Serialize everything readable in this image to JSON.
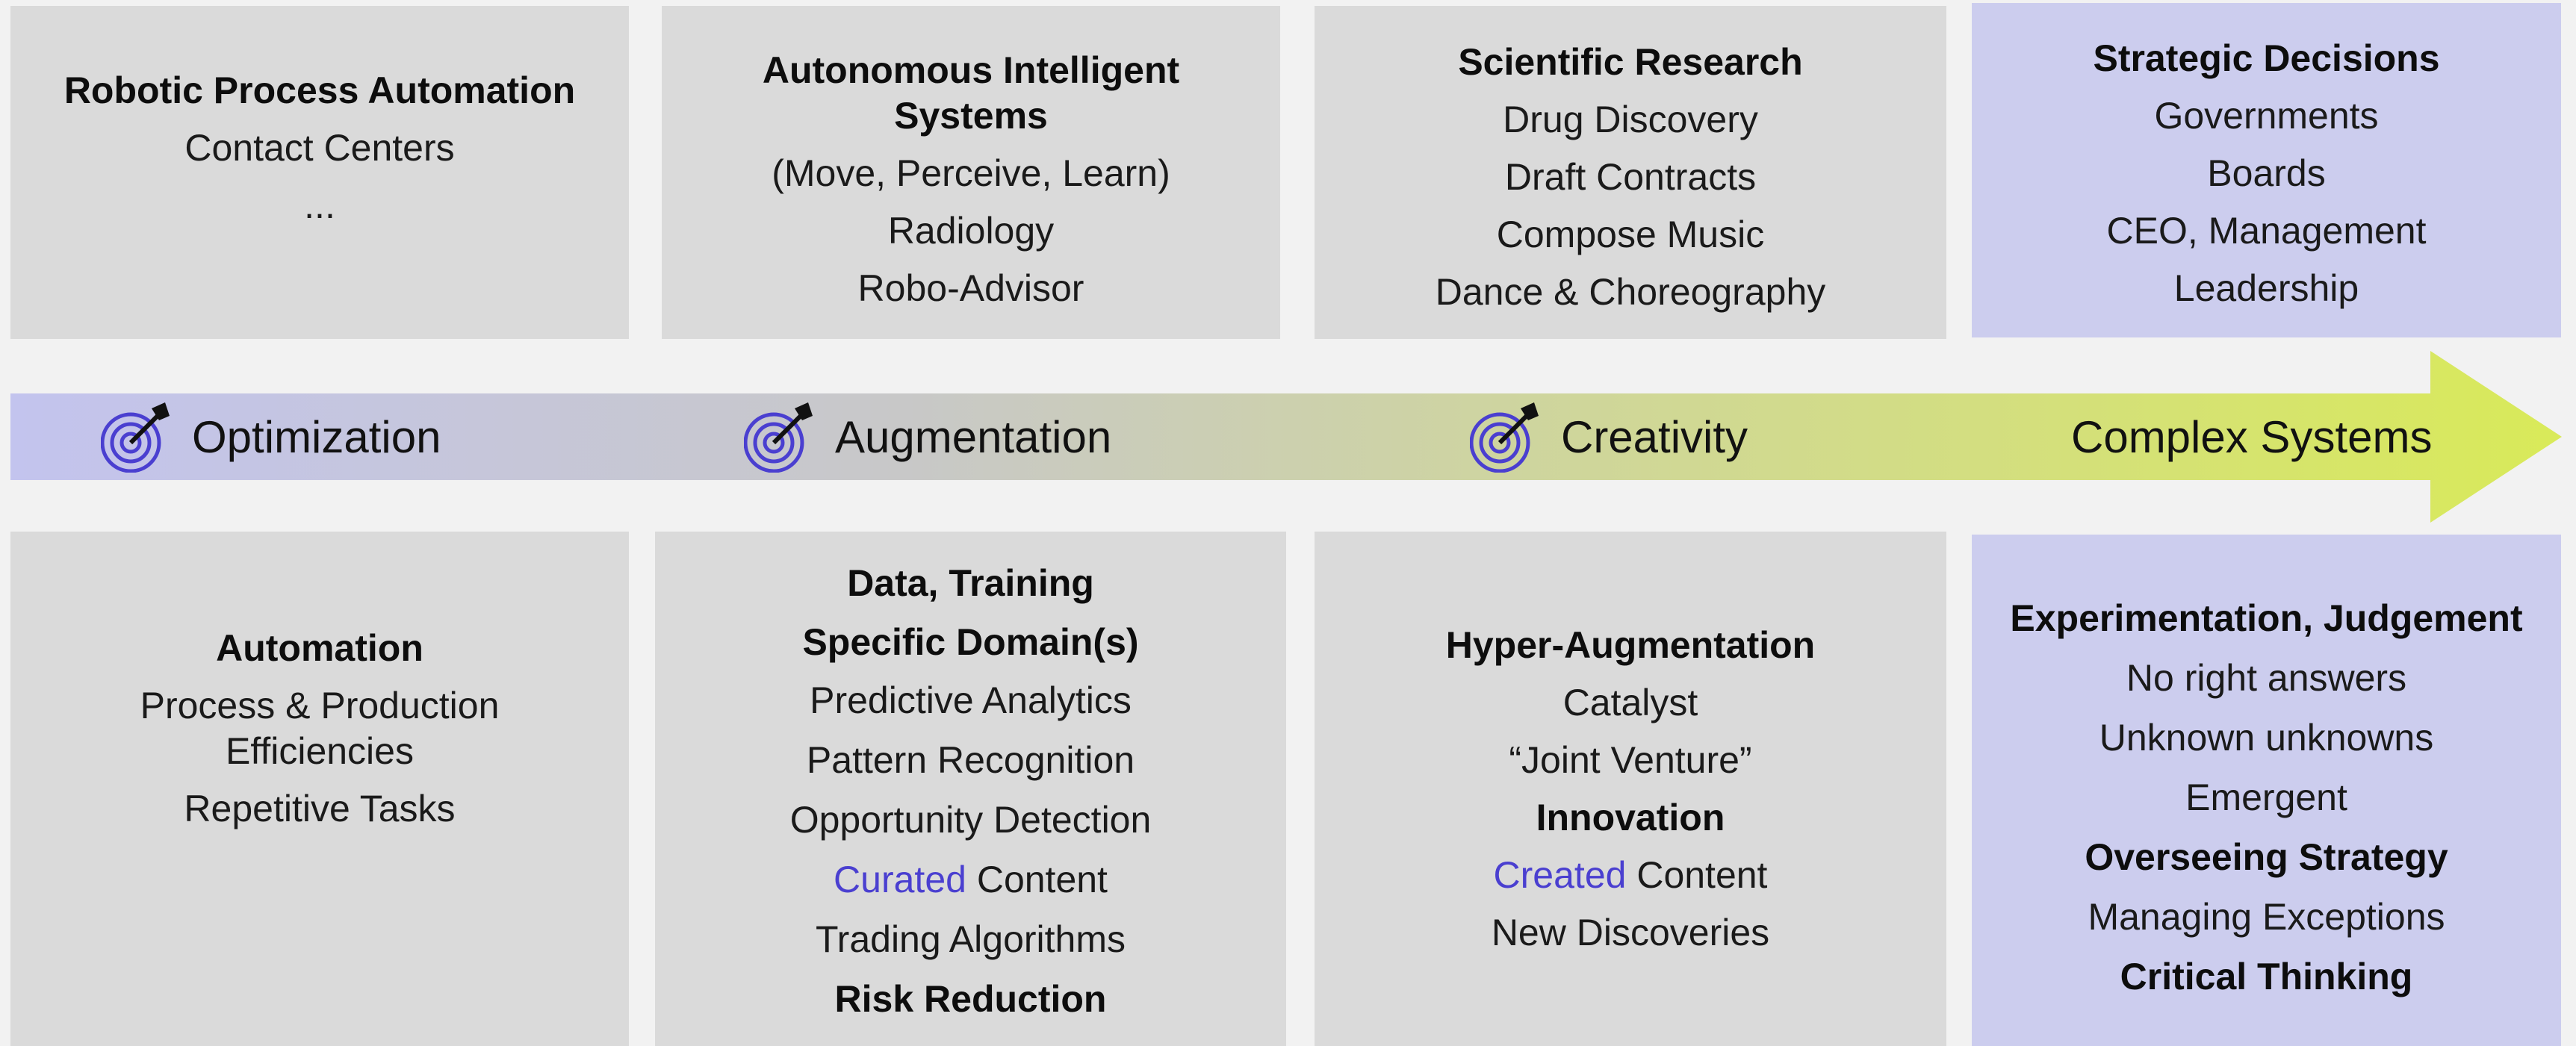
{
  "colors": {
    "box_gray": "#dadada",
    "box_purple": "#cccdee",
    "accent": "#4a3fd0",
    "arrow_start": "#c3c4ee",
    "arrow_end": "#d9ea59"
  },
  "stages": [
    {
      "label": "Optimization",
      "icon": "target-icon"
    },
    {
      "label": "Augmentation",
      "icon": "target-icon"
    },
    {
      "label": "Creativity",
      "icon": "target-icon"
    },
    {
      "label": "Complex Systems"
    }
  ],
  "top": {
    "col1": {
      "heading": "Robotic Process Automation",
      "items": [
        "Contact Centers",
        "..."
      ]
    },
    "col2": {
      "heading": "Autonomous Intelligent Systems",
      "items": [
        "(Move, Perceive, Learn)",
        "Radiology",
        "Robo-Advisor"
      ]
    },
    "col3": {
      "heading": "Scientific Research",
      "items": [
        "Drug Discovery",
        "Draft Contracts",
        "Compose Music",
        "Dance & Choreography"
      ]
    },
    "col4": {
      "heading": "Strategic Decisions",
      "items": [
        "Governments",
        "Boards",
        "CEO, Management",
        "Leadership"
      ]
    }
  },
  "bottom": {
    "col1": {
      "heading": "Automation",
      "items": [
        "Process & Production Efficiencies",
        "Repetitive Tasks"
      ]
    },
    "col2": {
      "heading1": "Data, Training",
      "heading2": "Specific Domain(s)",
      "items": [
        "Predictive Analytics",
        "Pattern Recognition",
        "Opportunity Detection"
      ],
      "curated_accent": "Curated",
      "curated_rest": " Content",
      "item_after": "Trading Algorithms",
      "closing": "Risk Reduction"
    },
    "col3": {
      "heading": "Hyper-Augmentation",
      "items": [
        "Catalyst",
        "“Joint Venture”"
      ],
      "bold_item": "Innovation",
      "created_accent": "Created",
      "created_rest": " Content",
      "last_item": "New Discoveries"
    },
    "col4": {
      "heading": "Experimentation, Judgement",
      "items": [
        "No right answers",
        "Unknown unknowns",
        "Emergent"
      ],
      "bold_item1": "Overseeing Strategy",
      "item_mid": "Managing Exceptions",
      "bold_item2": "Critical Thinking"
    }
  }
}
